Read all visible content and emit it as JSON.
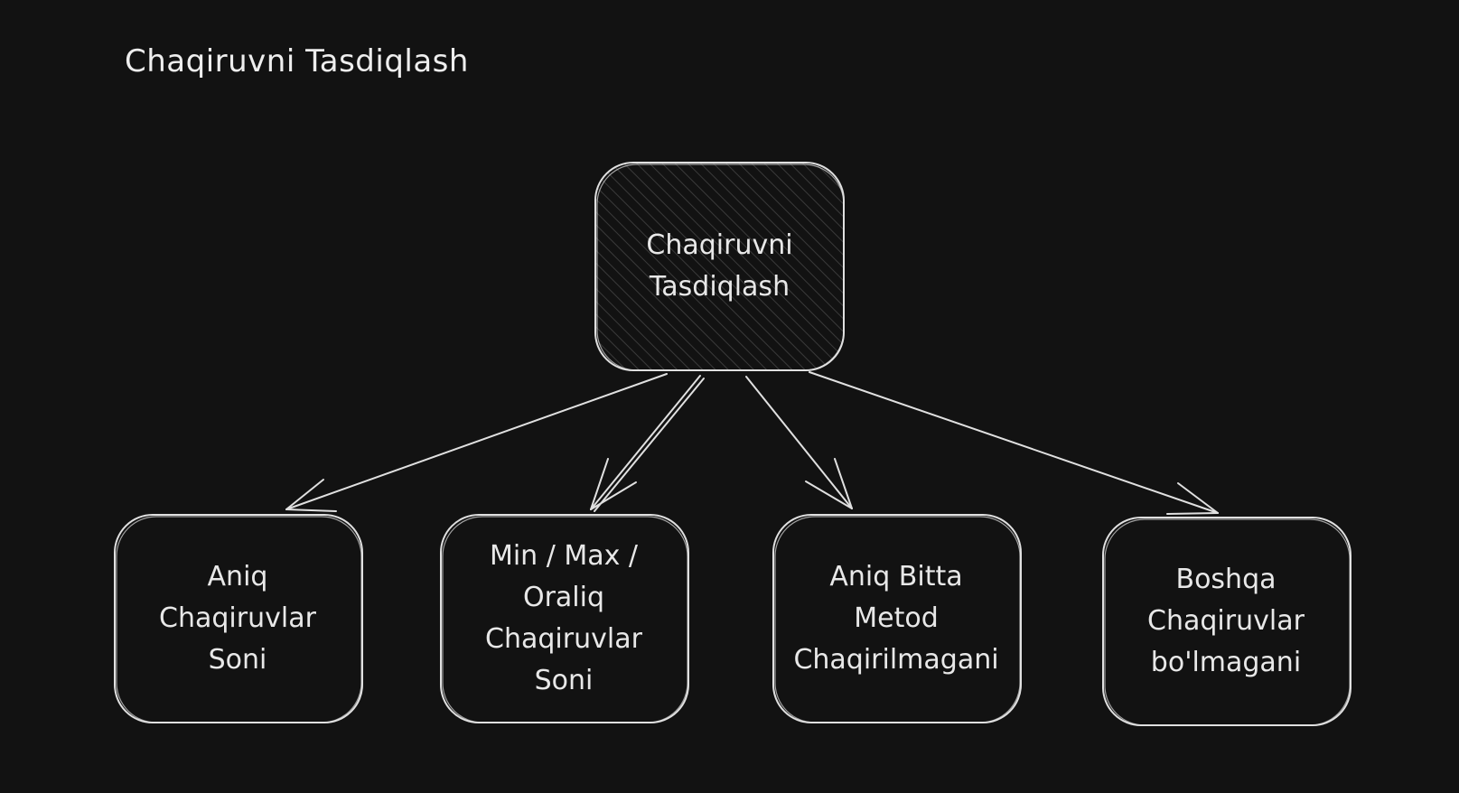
{
  "title": "Chaqiruvni Tasdiqlash",
  "colors": {
    "background": "#121212",
    "stroke": "#e0e0e0",
    "text": "#e8e8e8"
  },
  "root": {
    "line1": "Chaqiruvni",
    "line2": "Tasdiqlash"
  },
  "children": [
    {
      "lines": [
        "Aniq",
        "Chaqiruvlar",
        "Soni"
      ]
    },
    {
      "lines": [
        "Min / Max /",
        "Oraliq",
        "Chaqiruvlar",
        "Soni"
      ]
    },
    {
      "lines": [
        "Aniq Bitta",
        "Metod",
        "Chaqirilmagani"
      ]
    },
    {
      "lines": [
        "Boshqa",
        "Chaqiruvlar",
        "bo'lmagani"
      ]
    }
  ]
}
